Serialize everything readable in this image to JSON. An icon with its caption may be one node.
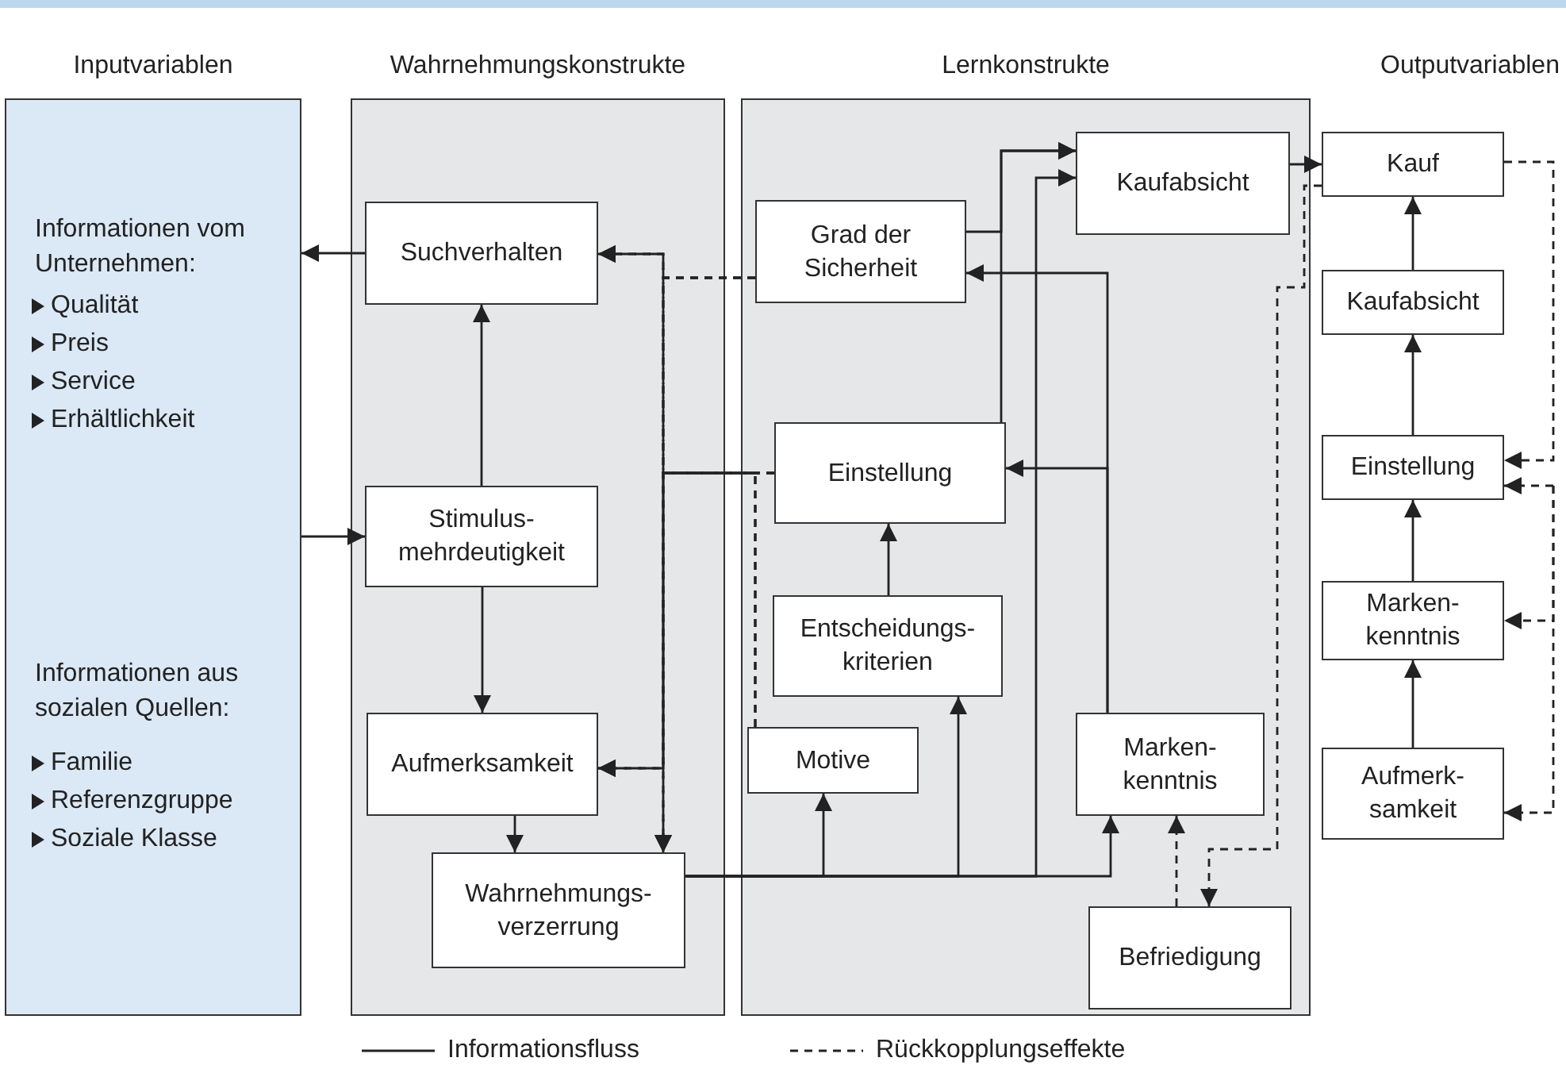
{
  "diagram": {
    "nodes": [
      {
        "text": [
          "Inputvariablen",
          "Informationen vom Unternehmen:",
          "Qualität",
          "Preis",
          "Service",
          "Erhältlichkeit",
          "Informationen aus sozialen Quellen:",
          "Familie",
          "Referenzgruppe",
          "Soziale Klasse"
        ]
      },
      {
        "text": [
          "Wahrnehmungskonstrukte"
        ]
      },
      {
        "text": [
          "Suchverhalten"
        ],
        "in": 1
      },
      {
        "text": [
          "Stimulus- mehrdeutigkeit"
        ],
        "in": 1
      },
      {
        "text": [
          "Aufmerksamkeit"
        ],
        "in": 1
      },
      {
        "text": [
          "Wahrnehmungs- verzerrung"
        ],
        "in": 1
      },
      {
        "text": [
          "Lernkonstrukte"
        ]
      },
      {
        "text": [
          "Grad der Sicherheit"
        ],
        "in": 6
      },
      {
        "text": [
          "Kaufabsicht"
        ],
        "in": 6
      },
      {
        "text": [
          "Einstellung"
        ],
        "in": 6
      },
      {
        "text": [
          "Entscheidungs- kriterien"
        ],
        "in": 6
      },
      {
        "text": [
          "Motive"
        ],
        "in": 6
      },
      {
        "text": [
          "Marken- kenntnis"
        ],
        "in": 6
      },
      {
        "text": [
          "Befriedigung"
        ],
        "in": 6
      },
      {
        "text": [
          "Kauf"
        ]
      },
      {
        "text": [
          "Kaufabsicht"
        ]
      },
      {
        "text": [
          "Einstellung"
        ]
      },
      {
        "text": [
          "Marken- kenntnis"
        ]
      },
      {
        "text": [
          "Aufmerk- samkeit"
        ]
      }
    ],
    "edges": [
      {
        "from": 2,
        "to": 0,
        "arrow": "to"
      },
      {
        "from": 0,
        "to": 3,
        "arrow": "to"
      },
      {
        "from": 3,
        "to": 2,
        "arrow": "to"
      },
      {
        "from": 3,
        "to": 4,
        "arrow": "to"
      },
      {
        "from": 4,
        "to": 5,
        "arrow": "to"
      },
      {
        "from": 5,
        "to": 11,
        "arrow": "to"
      },
      {
        "from": 5,
        "to": 10,
        "arrow": "to"
      },
      {
        "from": 5,
        "to": 8,
        "arrow": "to"
      },
      {
        "from": 5,
        "to": 12,
        "arrow": "to"
      },
      {
        "from": 10,
        "to": 9,
        "arrow": "to"
      },
      {
        "from": 7,
        "to": 8,
        "arrow": "to"
      },
      {
        "from": 9,
        "to": 8,
        "arrow": "to"
      },
      {
        "from": 12,
        "to": 7,
        "arrow": "to"
      },
      {
        "from": 12,
        "to": 9,
        "arrow": "to"
      },
      {
        "from": 8,
        "to": 14,
        "arrow": "to"
      },
      {
        "from": 15,
        "to": 14,
        "arrow": "to"
      },
      {
        "from": 16,
        "to": 15,
        "arrow": "to"
      },
      {
        "from": 17,
        "to": 16,
        "arrow": "to"
      },
      {
        "from": 18,
        "to": 17,
        "arrow": "to"
      },
      {
        "from": 7,
        "to": 2,
        "arrow": "to",
        "style": "dashed"
      },
      {
        "from": 7,
        "to": 4,
        "arrow": "to",
        "style": "dashed"
      },
      {
        "from": 7,
        "to": 5,
        "arrow": "to",
        "style": "dashed"
      },
      {
        "from": 9,
        "to": 2,
        "arrow": "to",
        "style": "dashed"
      },
      {
        "from": 9,
        "to": 4,
        "arrow": "to",
        "style": "dashed"
      },
      {
        "from": 9,
        "to": 5,
        "arrow": "to",
        "style": "dashed"
      },
      {
        "from": 11,
        "to": 2,
        "arrow": "to",
        "style": "dashed"
      },
      {
        "from": 11,
        "to": 4,
        "arrow": "to",
        "style": "dashed"
      },
      {
        "from": 11,
        "to": 5,
        "arrow": "to",
        "style": "dashed"
      },
      {
        "from": 14,
        "to": 13,
        "arrow": "to",
        "style": "dashed"
      },
      {
        "from": 13,
        "to": 12,
        "arrow": "to",
        "style": "dashed"
      },
      {
        "from": 14,
        "to": 16,
        "arrow": "to",
        "style": "dashed"
      },
      {
        "from": null,
        "to": 16,
        "arrow": "to",
        "style": "dashed"
      },
      {
        "from": null,
        "to": 17,
        "arrow": "to",
        "style": "dashed"
      },
      {
        "from": null,
        "to": 18,
        "arrow": "to",
        "style": "dashed"
      }
    ],
    "labels": [
      "Outputvariablen"
    ],
    "legend": [
      {
        "text": "Informationsfluss"
      },
      {
        "text": "Rückkopplungseffekte"
      }
    ]
  }
}
